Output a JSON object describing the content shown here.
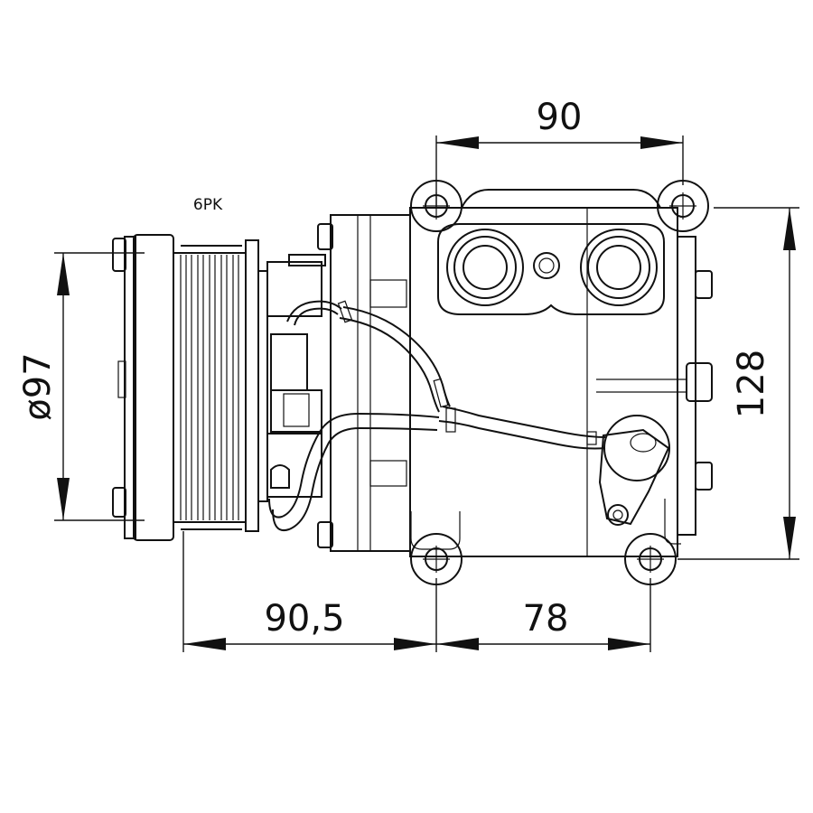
{
  "drawing": {
    "pulley_label": "6PK",
    "dimensions": {
      "top_width": "90",
      "pulley_diameter": "ø97",
      "height": "128",
      "bottom_left": "90,5",
      "bottom_right": "78"
    }
  }
}
